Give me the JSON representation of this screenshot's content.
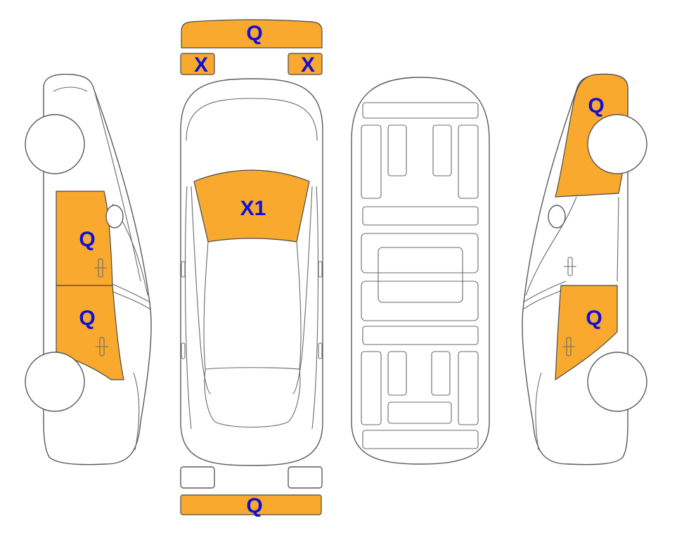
{
  "colors": {
    "damage_fill": "#F8A92E",
    "label_text": "#1010D8",
    "outline": "#5A5A5A"
  },
  "labels": {
    "front_bumper": "Q",
    "left_headlight": "X",
    "right_headlight": "X",
    "windshield": "X1",
    "left_front_door": "Q",
    "left_rear_door": "Q",
    "right_front_quarter": "Q",
    "right_rear_door": "Q",
    "rear_bumper": "Q"
  }
}
